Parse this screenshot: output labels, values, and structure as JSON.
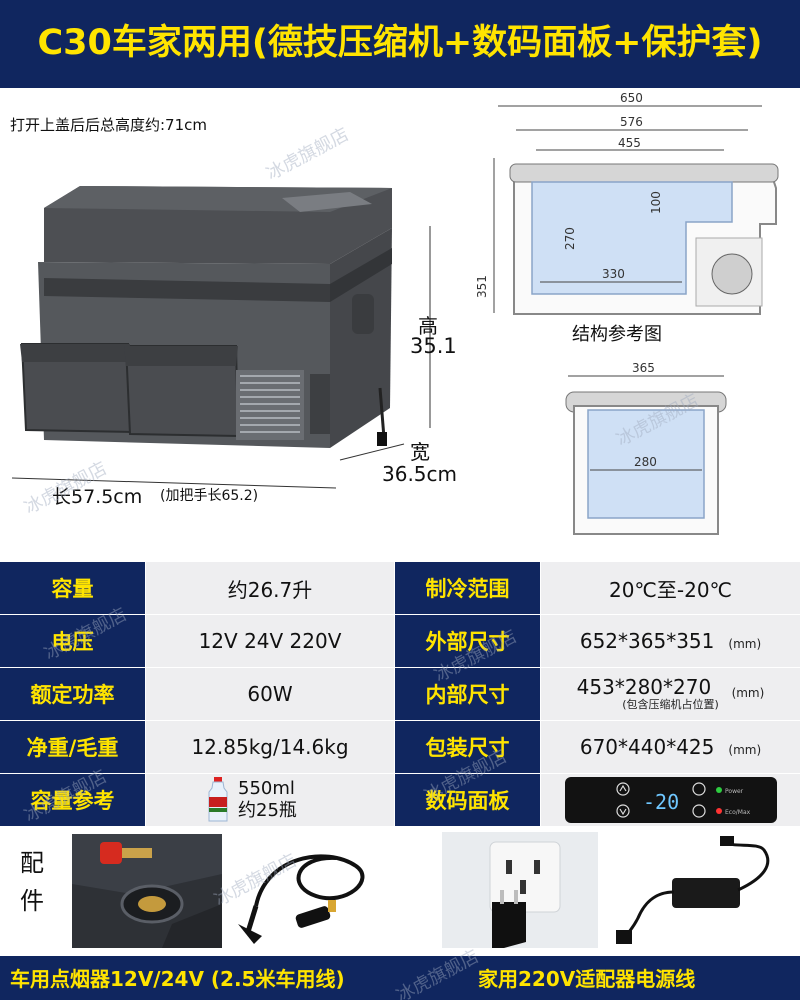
{
  "title": "C30车家两用(德技压缩机+数码面板+保护套)",
  "product": {
    "open_height_note": "打开上盖后后总高度约:71cm",
    "height_label": "高",
    "height_value": "35.1",
    "width_label": "宽",
    "width_value": "36.5cm",
    "length_label": "长57.5cm",
    "length_note": "(加把手长65.2)"
  },
  "structure": {
    "caption": "结构参考图",
    "top_view": {
      "outer": "650",
      "mid": "576",
      "inner": "455",
      "height": "351",
      "depth": "270",
      "step": "100",
      "base": "330"
    },
    "side_view": {
      "width": "365",
      "inner": "280"
    }
  },
  "watermark": "冰虎旗舰店",
  "specs": {
    "rows": [
      {
        "l1": "容量",
        "v1": "约26.7升",
        "l2": "制冷范围",
        "v2": "20℃至-20℃"
      },
      {
        "l1": "电压",
        "v1": "12V 24V 220V",
        "l2": "外部尺寸",
        "v2": "652*365*351",
        "u2": "(mm)"
      },
      {
        "l1": "额定功率",
        "v1": "60W",
        "l2": "内部尺寸",
        "v2": "453*280*270",
        "u2": "(mm)",
        "n2": "(包含压缩机占位置)"
      },
      {
        "l1": "净重/毛重",
        "v1": "12.85kg/14.6kg",
        "l2": "包装尺寸",
        "v2": "670*440*425",
        "u2": "(mm)"
      },
      {
        "l1": "容量参考",
        "v1a": "550ml",
        "v1b": "约25瓶",
        "l2": "数码面板"
      }
    ],
    "panel": {
      "display": "-20",
      "power_label": "Power",
      "eco_label": "Eco/Max"
    }
  },
  "accessories": {
    "label_line1": "配",
    "label_line2": "件",
    "car_caption": "车用点烟器12V/24V (2.5米车用线)",
    "home_caption": "家用220V适配器电源线"
  }
}
